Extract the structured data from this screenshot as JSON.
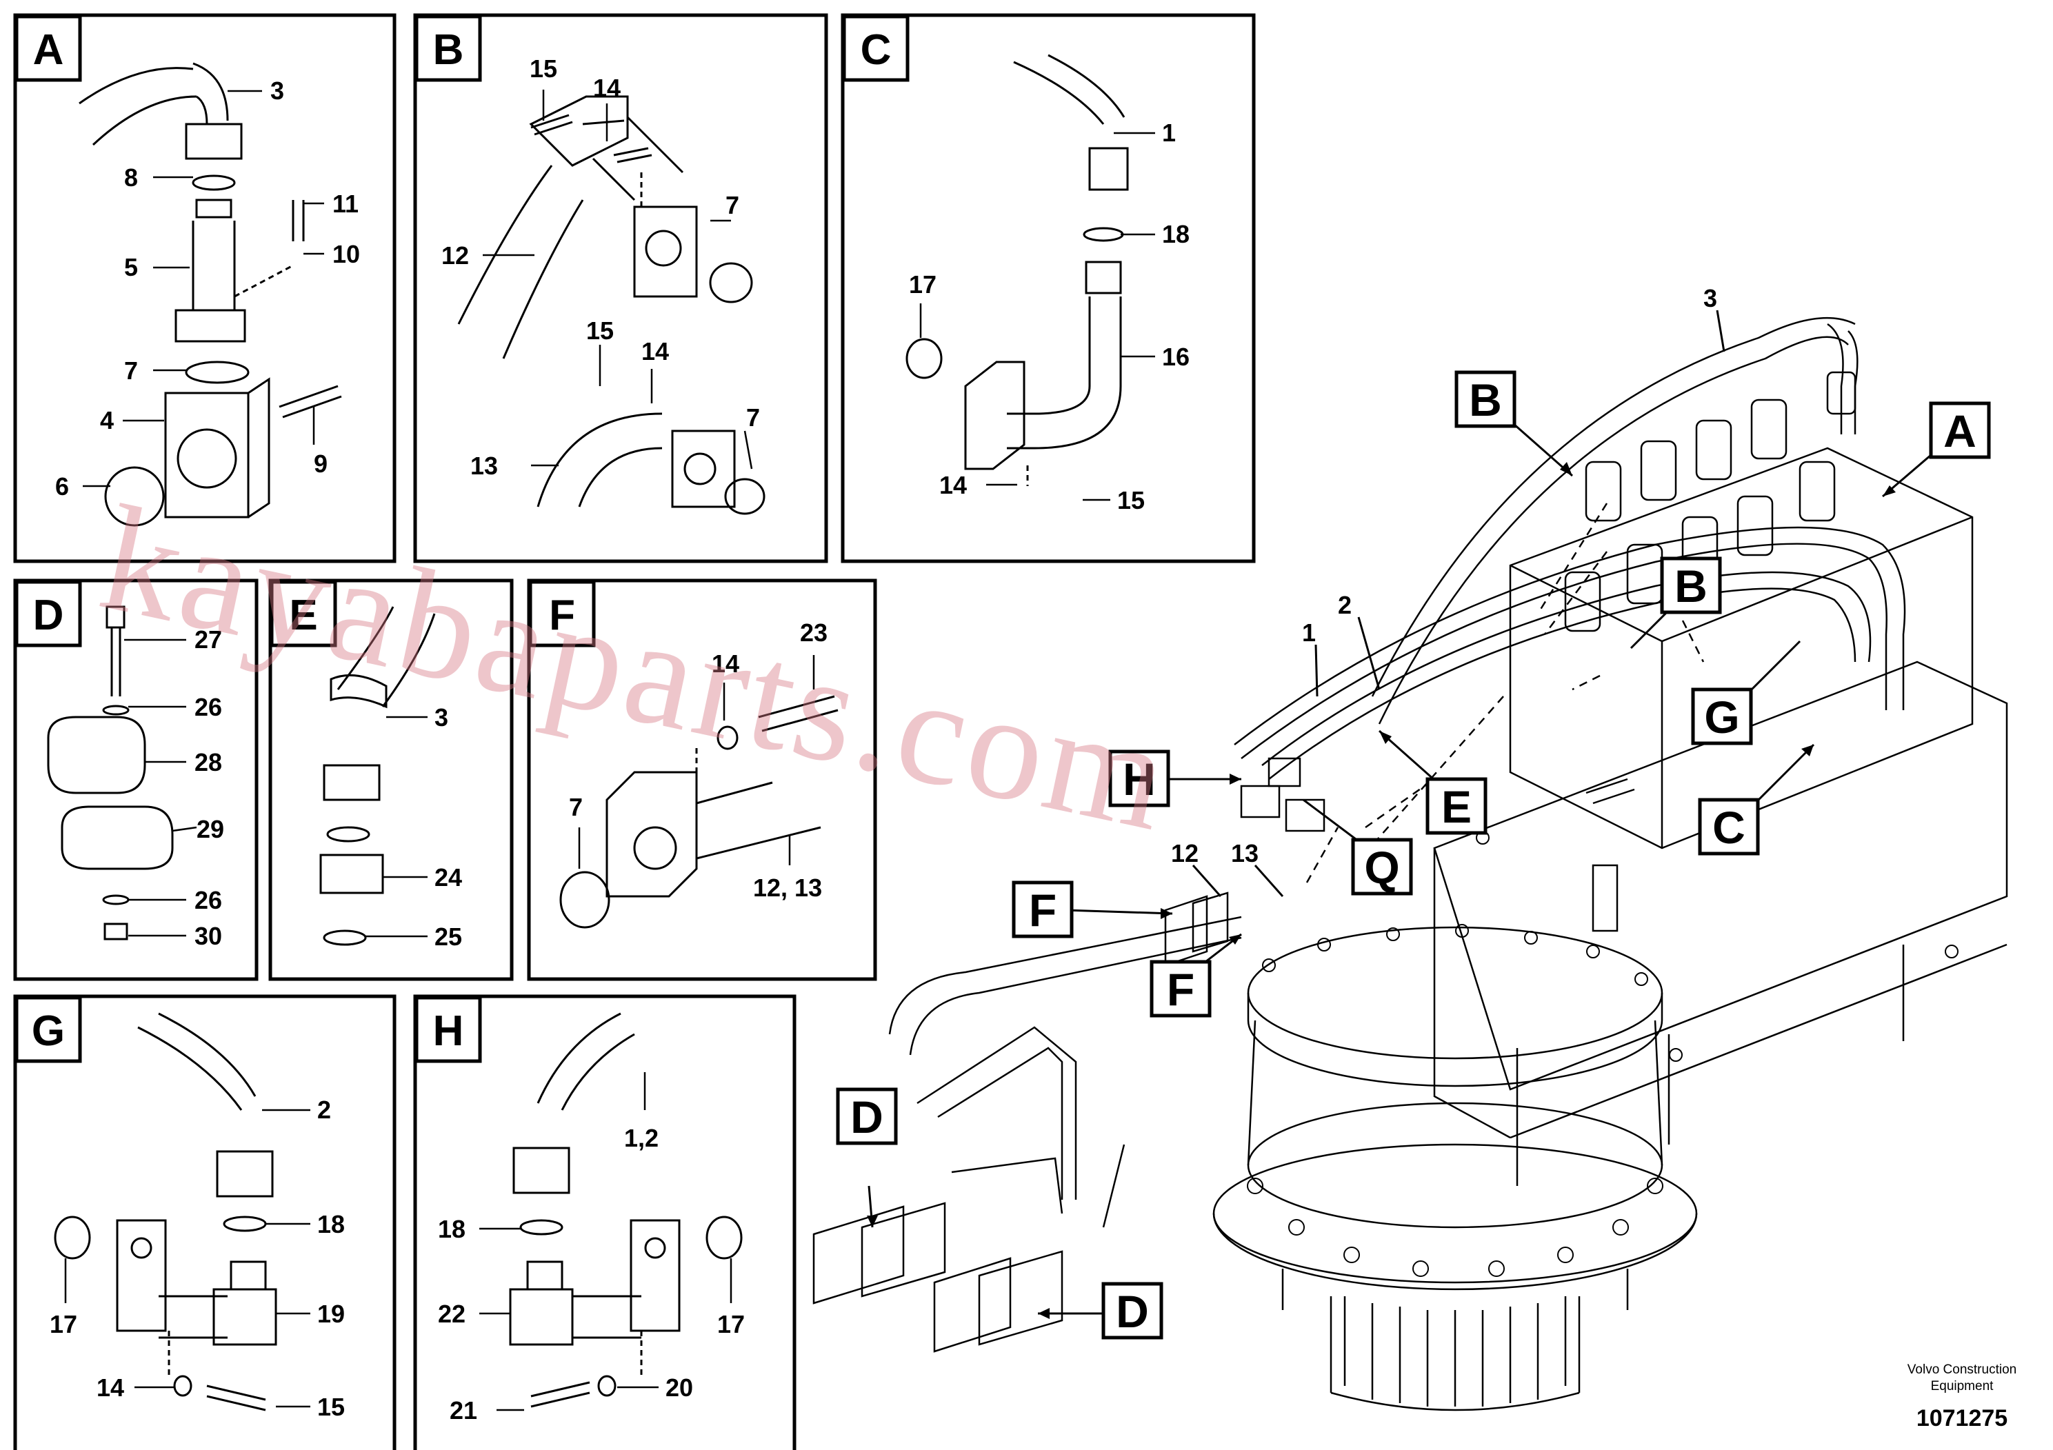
{
  "panels": [
    {
      "letter": "A",
      "labels": [
        "3",
        "8",
        "11",
        "10",
        "5",
        "7",
        "4",
        "9",
        "6"
      ]
    },
    {
      "letter": "B",
      "labels": [
        "15",
        "14",
        "7",
        "12",
        "15",
        "14",
        "7",
        "13"
      ]
    },
    {
      "letter": "C",
      "labels": [
        "1",
        "18",
        "17",
        "16",
        "14",
        "15"
      ]
    },
    {
      "letter": "D",
      "labels": [
        "27",
        "26",
        "28",
        "29",
        "26",
        "30"
      ]
    },
    {
      "letter": "E",
      "labels": [
        "3",
        "24",
        "25"
      ]
    },
    {
      "letter": "F",
      "labels": [
        "23",
        "14",
        "7",
        "12, 13"
      ]
    },
    {
      "letter": "G",
      "labels": [
        "2",
        "18",
        "19",
        "17",
        "14",
        "15"
      ]
    },
    {
      "letter": "H",
      "labels": [
        "1,2",
        "18",
        "22",
        "17",
        "21",
        "20"
      ]
    }
  ],
  "main_view": {
    "callouts": [
      "B",
      "A",
      "B",
      "G",
      "H",
      "E",
      "Q",
      "C",
      "F",
      "F",
      "D",
      "D"
    ],
    "labels": [
      "3",
      "2",
      "1",
      "12",
      "13"
    ]
  },
  "watermark": "kayabaparts.com",
  "footer": {
    "company_line1": "Volvo Construction",
    "company_line2": "Equipment",
    "drawing_number": "1071275"
  }
}
